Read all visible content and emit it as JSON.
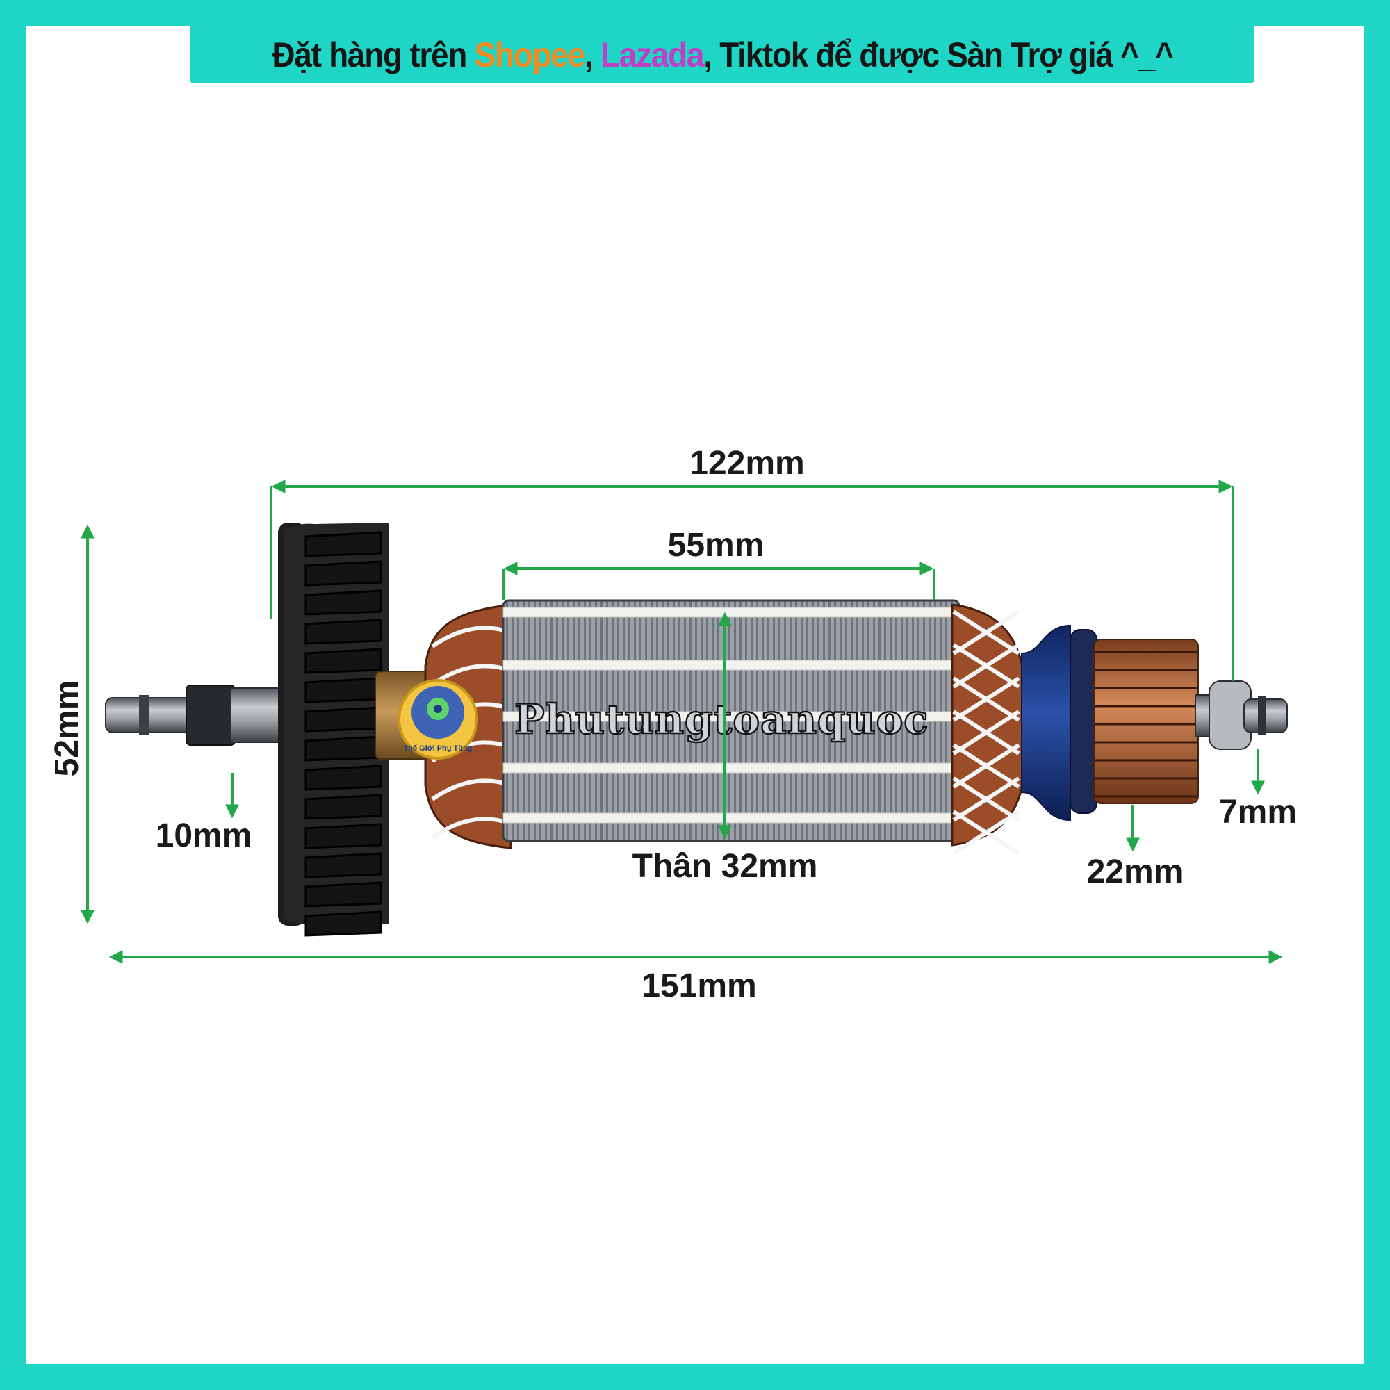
{
  "banner": {
    "prefix": "Đặt hàng trên ",
    "shopee": "Shopee",
    "sep1": ", ",
    "lazada": "Lazada",
    "suffix": ", Tiktok để được Sàn Trợ giá ^_^",
    "colors": {
      "background": "#1fd6c6",
      "shopee": "#f58a1f",
      "lazada": "#c13ec6",
      "text": "#161616"
    }
  },
  "dimensions": {
    "total_length": "151mm",
    "length_without_fan": "122mm",
    "core_length": "55mm",
    "fan_diameter": "52mm",
    "core_body": "Thân 32mm",
    "left_shaft": "10mm",
    "commutator": "22mm",
    "right_shaft": "7mm"
  },
  "watermark": {
    "text": "Phutungtoanquoc",
    "logo_caption": "Thế Giới Phụ Tùng"
  },
  "colors": {
    "arrow": "#22a84a",
    "border": "#1fd6c6",
    "copper": "#b8673a",
    "steel": "#8e939a",
    "fan": "#1c1c1c",
    "blue_resin": "#1f3c8c"
  }
}
